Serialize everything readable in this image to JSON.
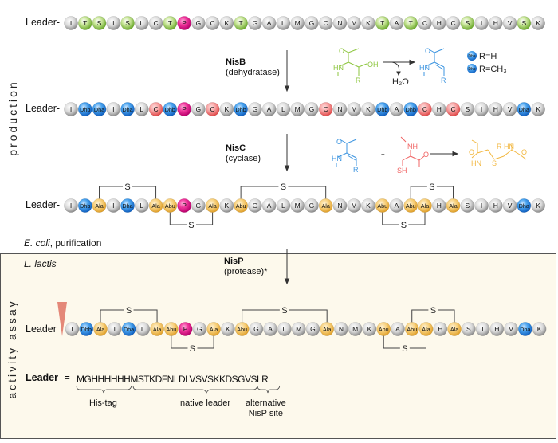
{
  "side_labels": {
    "production": "production",
    "assay": "activity assay"
  },
  "leader_prefix": "Leader-",
  "leader_plain": "Leader",
  "rows": {
    "row1": [
      "I",
      "T",
      "S",
      "I",
      "S",
      "L",
      "C",
      "T",
      "P",
      "G",
      "C",
      "K",
      "T",
      "G",
      "A",
      "L",
      "M",
      "G",
      "C",
      "N",
      "M",
      "K",
      "T",
      "A",
      "T",
      "C",
      "H",
      "C",
      "S",
      "I",
      "H",
      "V",
      "S",
      "K"
    ],
    "row2": [
      "I",
      "Dhb",
      "Dha",
      "I",
      "Dha",
      "L",
      "C",
      "Dhb",
      "P",
      "G",
      "C",
      "K",
      "Dhb",
      "G",
      "A",
      "L",
      "M",
      "G",
      "C",
      "N",
      "M",
      "K",
      "Dhb",
      "A",
      "Dhb",
      "C",
      "H",
      "C",
      "S",
      "I",
      "H",
      "V",
      "Dha",
      "K"
    ],
    "row3": [
      "I",
      "Dhb",
      "Ala",
      "I",
      "Dha",
      "L",
      "Ala",
      "Abu",
      "P",
      "G",
      "Ala",
      "K",
      "Abu",
      "G",
      "A",
      "L",
      "M",
      "G",
      "Ala",
      "N",
      "M",
      "K",
      "Abu",
      "A",
      "Abu",
      "Ala",
      "H",
      "Ala",
      "S",
      "I",
      "H",
      "V",
      "Dha",
      "K"
    ]
  },
  "bead_colors": {
    "T": "green",
    "S": "green",
    "P": "pink",
    "Dhb": "blue",
    "Dha": "blue",
    "Ala": "orange",
    "Abu": "orange",
    "C": "red"
  },
  "row1_color_map": {
    "T": "green",
    "S": "green",
    "P": "pink"
  },
  "row2_color_map": {
    "Dhb": "blue",
    "Dha": "blue",
    "P": "pink",
    "C": "red"
  },
  "row3_color_map": {
    "Dhb": "blue",
    "Dha": "blue",
    "P": "pink",
    "Ala": "orange",
    "Abu": "orange"
  },
  "palette": {
    "grey": "#c8c8c8",
    "green": "#8dc63f",
    "pink": "#ec008c",
    "blue": "#1e88e5",
    "red": "#f06464",
    "orange": "#f2b73f"
  },
  "bridges_top": [
    [
      2,
      6
    ],
    [
      12,
      18
    ],
    [
      24,
      27
    ]
  ],
  "bridges_bottom": [
    [
      7,
      10
    ],
    [
      22,
      25
    ]
  ],
  "bridge_label": "S",
  "steps": {
    "nisb": {
      "name": "NisB",
      "desc": "(dehydratase)"
    },
    "nisc": {
      "name": "NisC",
      "desc": "(cyclase)"
    },
    "nisp": {
      "name": "NisP",
      "desc": "(protease)*"
    }
  },
  "chem": {
    "water": "H₂O",
    "legend_dha": "R=H",
    "legend_dhb": "R=CH₃",
    "legend_dha_bead": "Dha",
    "legend_dhb_bead": "Dhb",
    "plus": "+"
  },
  "organisms": {
    "ecoli_italic": "E. coli",
    "ecoli_rest": ", purification",
    "lactis": "L. lactis"
  },
  "leader_seq": {
    "label": "Leader",
    "equals": "=",
    "his_tag_seq": "MGHHHHHH",
    "native_seq": "MSTKDFNLDLVSVSKKDSG",
    "alt_seq": "VSLR",
    "his_tag_label": "His-tag",
    "native_label": "native leader",
    "alt_label_1": "alternative",
    "alt_label_2": "NisP site"
  }
}
